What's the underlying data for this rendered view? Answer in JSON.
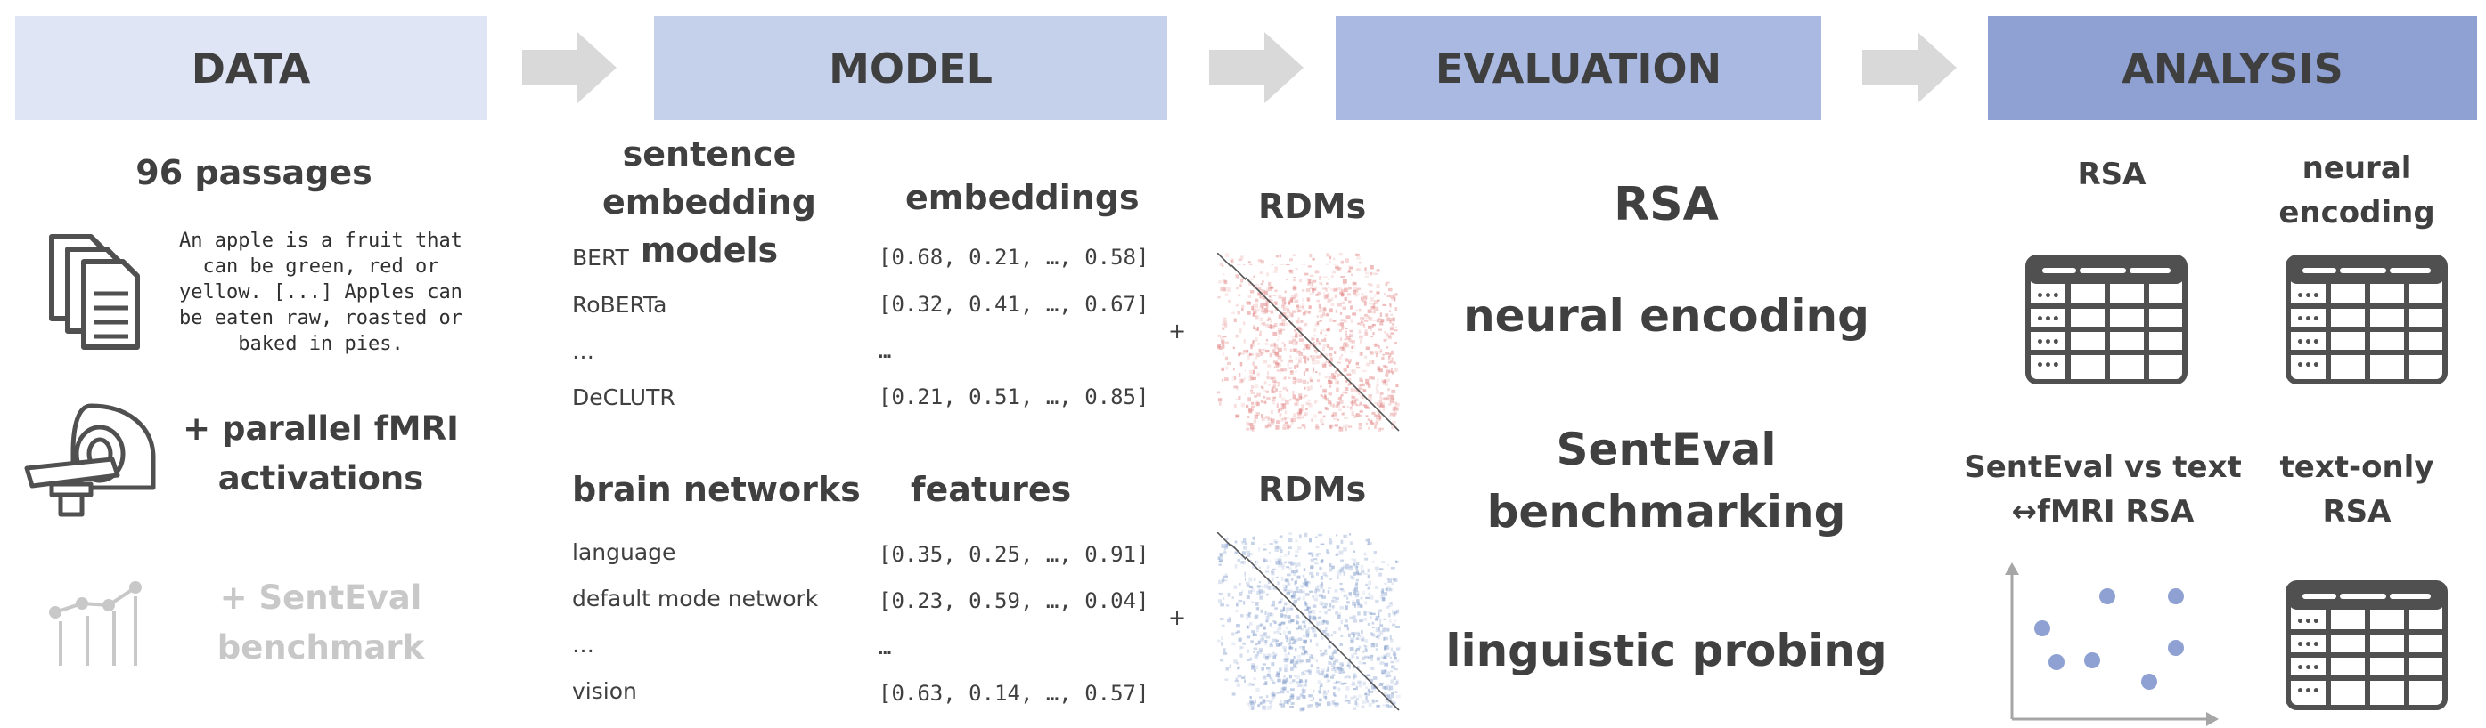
{
  "headers": {
    "data": "DATA",
    "model": "MODEL",
    "evaluation": "EVALUATION",
    "analysis": "ANALYSIS"
  },
  "colors": {
    "data_header": "#dfe5f4",
    "model_header": "#c5d0eb",
    "evaluation_header": "#aab9e1",
    "analysis_header": "#8ea1d2",
    "arrow": "#d9d9d9",
    "rdm_text": "#e07a7a",
    "rdm_brain": "#7a96c8",
    "faded_text": "#c8c8c8"
  },
  "data_col": {
    "passages_title": "96 passages",
    "passage_lines": [
      "An apple is a fruit that",
      "can be green, red or",
      "yellow. [...] Apples can",
      "be eaten raw, roasted or",
      "baked in pies."
    ],
    "fmri_lines": [
      "+ parallel fMRI",
      "activations"
    ],
    "senteval_lines": [
      "+ SentEval",
      "benchmark"
    ]
  },
  "model_col": {
    "sentence_models_lines": [
      "sentence",
      "embedding models"
    ],
    "embeddings_label": "embeddings",
    "models": [
      "BERT",
      "RoBERTa",
      "…",
      "DeCLUTR"
    ],
    "model_vectors": [
      "[0.68, 0.21, …, 0.58]",
      "[0.32, 0.41, …, 0.67]",
      "…",
      "[0.21, 0.51, …, 0.85]"
    ],
    "brain_networks_label": "brain networks",
    "features_label": "features",
    "networks": [
      "language",
      "default mode network",
      "…",
      "vision"
    ],
    "network_vectors": [
      "[0.35, 0.25, …, 0.91]",
      "[0.23, 0.59, …, 0.04]",
      "…",
      "[0.63, 0.14, …, 0.57]"
    ],
    "plus": "+",
    "rdms_label": "RDMs"
  },
  "evaluation_col": {
    "items": [
      "RSA",
      "neural encoding",
      "SentEval",
      "benchmarking",
      "linguistic probing"
    ]
  },
  "analysis_col": {
    "rsa": "RSA",
    "neural_encoding_lines": [
      "neural",
      "encoding"
    ],
    "senteval_vs_lines": [
      "SentEval vs text",
      "↔fMRI RSA"
    ],
    "text_only_lines": [
      "text-only",
      "RSA"
    ],
    "table_row_marker": "•••"
  }
}
